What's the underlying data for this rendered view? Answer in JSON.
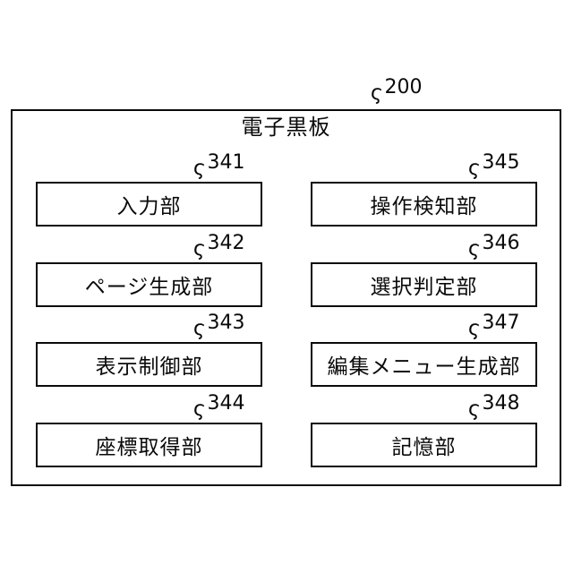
{
  "figure": {
    "leader_glyph": "ς",
    "outer": {
      "ref": "200",
      "title": "電子黒板"
    },
    "blocks": [
      {
        "ref": "341",
        "label": "入力部"
      },
      {
        "ref": "342",
        "label": "ページ生成部"
      },
      {
        "ref": "343",
        "label": "表示制御部"
      },
      {
        "ref": "344",
        "label": "座標取得部"
      },
      {
        "ref": "345",
        "label": "操作検知部"
      },
      {
        "ref": "346",
        "label": "選択判定部"
      },
      {
        "ref": "347",
        "label": "編集メニュー生成部"
      },
      {
        "ref": "348",
        "label": "記憶部"
      }
    ]
  }
}
